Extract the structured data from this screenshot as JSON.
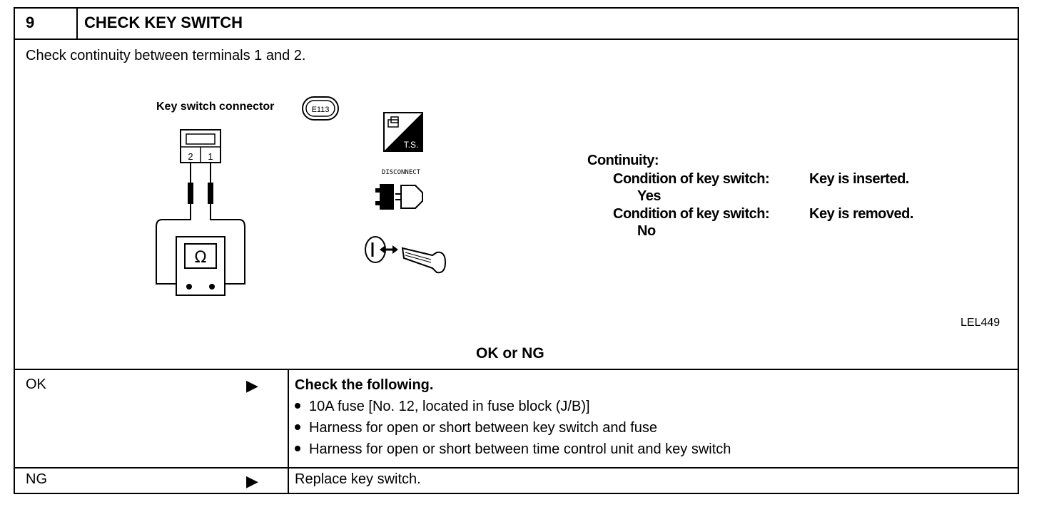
{
  "step": {
    "number": "9",
    "title": "CHECK KEY SWITCH"
  },
  "instruction": "Check continuity between terminals 1 and 2.",
  "diagram": {
    "connector_label": "Key switch connector",
    "connector_code": "E113",
    "terminals": [
      "2",
      "1"
    ],
    "meter_symbol": "Ω",
    "ts_label": "T.S.",
    "disconnect_label": "DISCONNECT",
    "figure_code": "LEL449"
  },
  "continuity": {
    "heading": "Continuity:",
    "rows": [
      {
        "condition": "Condition of key switch:",
        "state": "Key is inserted.",
        "result": "Yes"
      },
      {
        "condition": "Condition of key switch:",
        "state": "Key is removed.",
        "result": "No"
      }
    ]
  },
  "ok_or_ng": "OK or NG",
  "results": [
    {
      "label": "OK",
      "action_title": "Check the following.",
      "items": [
        "10A fuse [No. 12, located in fuse block (J/B)]",
        "Harness for open or short between key switch and fuse",
        "Harness for open or short between time control unit and key switch"
      ]
    },
    {
      "label": "NG",
      "action_text": "Replace key switch."
    }
  ]
}
